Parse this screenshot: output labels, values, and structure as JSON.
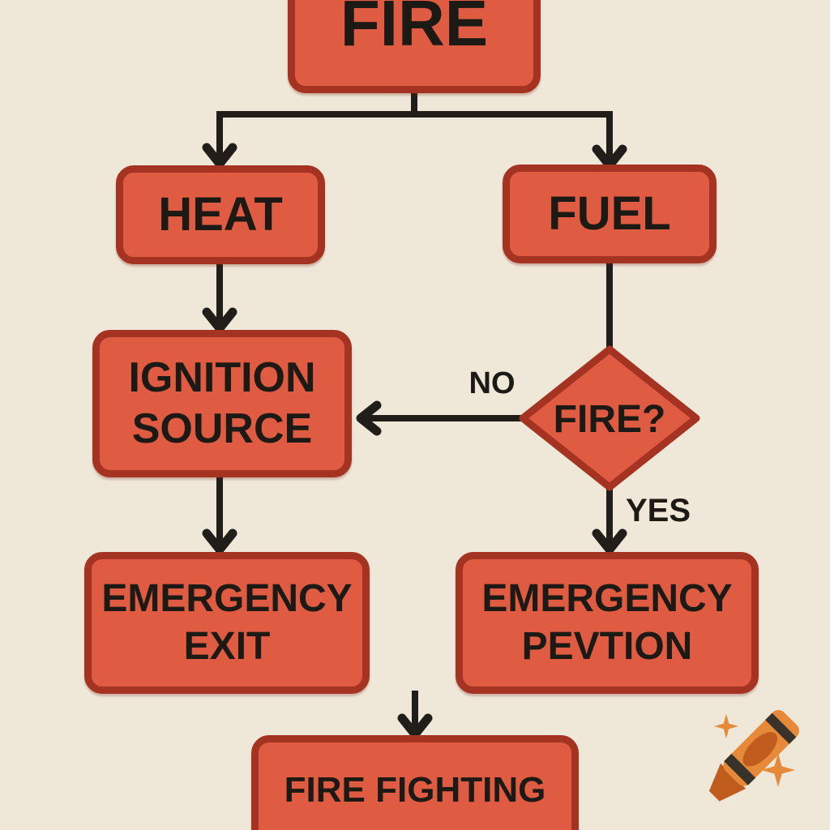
{
  "diagram": {
    "type": "flowchart",
    "topic": "fire safety",
    "nodes": {
      "fire": {
        "label": "FIRE",
        "shape": "rounded-rect"
      },
      "heat": {
        "label": "HEAT",
        "shape": "rounded-rect"
      },
      "fuel": {
        "label": "FUEL",
        "shape": "rounded-rect"
      },
      "ignition": {
        "label": "IGNITION SOURCE",
        "shape": "rounded-rect"
      },
      "fire_decision": {
        "label": "FIRE?",
        "shape": "diamond"
      },
      "emergency_exit": {
        "label": "EMERGENCY EXIT",
        "shape": "rounded-rect"
      },
      "emergency_pevtion": {
        "label": "EMERGENCY PEVTION",
        "shape": "rounded-rect"
      },
      "fire_fighting": {
        "label": "FIRE FIGHTING",
        "shape": "rounded-rect"
      }
    },
    "edges": [
      {
        "from": "fire",
        "to": "heat"
      },
      {
        "from": "fire",
        "to": "fuel"
      },
      {
        "from": "heat",
        "to": "ignition"
      },
      {
        "from": "fuel",
        "to": "fire_decision"
      },
      {
        "from": "fire_decision",
        "to": "ignition",
        "label": "NO"
      },
      {
        "from": "fire_decision",
        "to": "emergency_pevtion",
        "label": "YES"
      },
      {
        "from": "ignition",
        "to": "emergency_exit"
      },
      {
        "from": "emergency_exit",
        "to": "fire_fighting"
      }
    ],
    "edge_labels": {
      "no": "NO",
      "yes": "YES"
    }
  },
  "colors": {
    "background": "#efe7d8",
    "node_fill": "#df5b42",
    "node_border": "#a53322",
    "line": "#211e1a",
    "text": "#1d1914",
    "crayon_orange": "#e68a3a",
    "crayon_dark_orange": "#bf5c1e",
    "crayon_stripe": "#38322b"
  },
  "watermark": {
    "icon": "crayon-icon",
    "sparkle_count": 2
  }
}
